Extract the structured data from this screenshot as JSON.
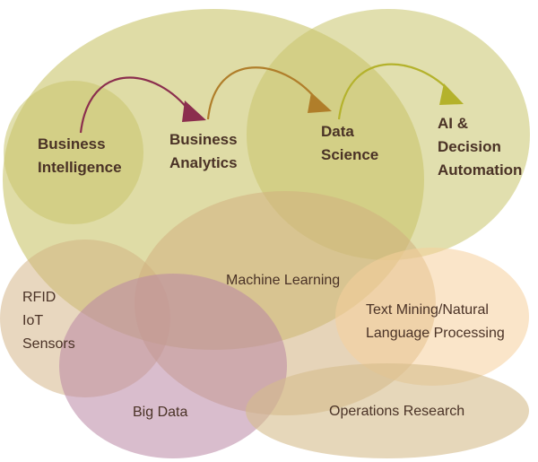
{
  "colors": {
    "bubble_olive": "#c9c46b",
    "bubble_tan": "#d2b07f",
    "bubble_mauve": "#b987a4",
    "bubble_peach": "#f5cf9c",
    "bubble_sand": "#d6bd8c",
    "arrow_1": "#8b2e4e",
    "arrow_2": "#b07e2a",
    "arrow_3": "#b4b22c",
    "text": "#4a3226"
  },
  "progression": {
    "stage_1": [
      "Business",
      "Intelligence"
    ],
    "stage_2": [
      "Business",
      "Analytics"
    ],
    "stage_3": [
      "Data",
      "Science"
    ],
    "stage_4": [
      "AI &",
      "Decision",
      "Automation"
    ]
  },
  "enablers": {
    "sensors": [
      "RFID",
      "IoT",
      "Sensors"
    ],
    "machine_learning": "Machine Learning",
    "text_mining": [
      "Text Mining/Natural",
      "Language Processing"
    ],
    "big_data": "Big Data",
    "operations_research": "Operations Research"
  }
}
